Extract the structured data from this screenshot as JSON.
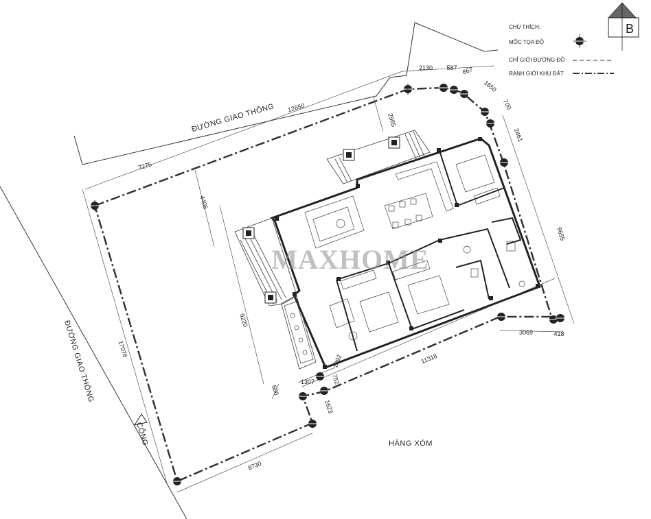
{
  "legend": {
    "title": "CHÚ THÍCH:",
    "items": [
      {
        "label": "MỐC TỌA ĐỘ",
        "symbol": "survey-marker"
      },
      {
        "label": "CHỈ GIỚI ĐƯỜNG ĐỎ",
        "symbol": "dashed-line"
      },
      {
        "label": "RANH GIỚI KHU ĐẤT",
        "symbol": "dash-dot-line"
      }
    ]
  },
  "north_marker": {
    "letter": "B"
  },
  "roads": {
    "top": "ĐƯỜNG GIAO THÔNG",
    "left": "ĐƯỜNG GIAO THÔNG"
  },
  "gate_label": "CỔNG",
  "neighbor_label": "HÀNG XÓM",
  "watermark": "MAXHOME",
  "dimensions": {
    "d_2130": "2130",
    "d_587": "587",
    "d_667": "667",
    "d_1650": "1650",
    "d_700": "700",
    "d_2461": "2461",
    "d_12650": "12650",
    "d_2965": "2965",
    "d_7275": "7275",
    "d_4405": "4405",
    "d_9655": "9655",
    "d_9220": "9220",
    "d_17076": "17076",
    "d_3069": "3069",
    "d_418": "418",
    "d_11318": "11318",
    "d_1307": "1307",
    "d_752": "752",
    "d_600": "600",
    "d_1623": "1623",
    "d_8730": "8730",
    "d_1092": "1092"
  },
  "colors": {
    "line": "#333333",
    "wall": "#222222",
    "watermark": "#8c8c8c"
  }
}
